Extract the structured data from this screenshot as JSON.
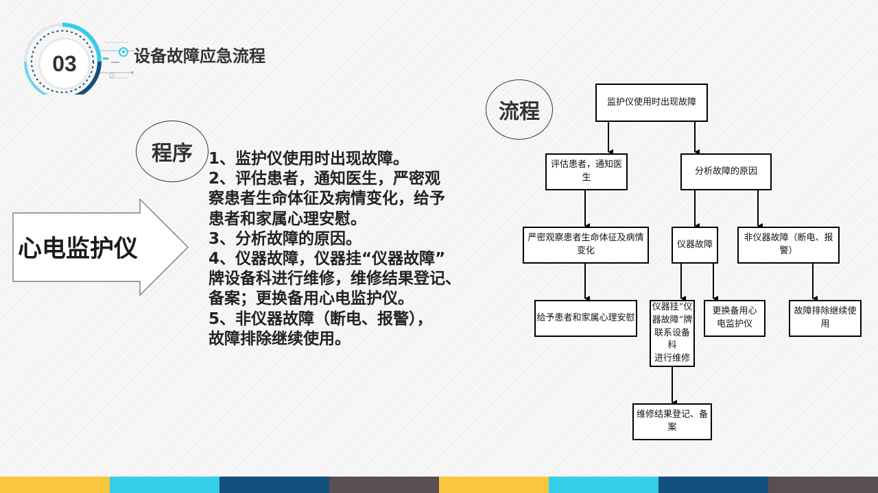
{
  "header": {
    "badge_number": "03",
    "section_title": "设备故障应急流程"
  },
  "labels": {
    "procedure": "程序",
    "flow": "流程",
    "arrow_title": "心电监护仪"
  },
  "procedure_lines": [
    "1、监护仪使用时出现故障。",
    "2、评估患者，通知医生，严密观",
    "察患者生命体征及病情变化，给予",
    "患者和家属心理安慰。",
    "3、分析故障的原因。",
    "4、仪器故障，仪器挂“仪器故障”",
    "牌设备科进行维修，维修结果登记、",
    "备案；更换备用心电监护仪。",
    "5、非仪器故障（断电、报警），",
    "故障排除继续使用。"
  ],
  "flowchart": {
    "start": "监护仪使用时出现故障",
    "assess": "评估患者，通知医生",
    "analyze": "分析故障的原因",
    "observe": "严密观察患者生命体征及病情变化",
    "device_fault": "仪器故障",
    "non_device_fault": "非仪器故障（断电、报警）",
    "comfort": "给予患者和家属心理安慰",
    "repair_lines": [
      "仪器挂“仪",
      "器故障”牌",
      "联系设备科",
      "进行维修"
    ],
    "replace_lines": [
      "更换备用心",
      "电监护仪"
    ],
    "resume": "故障排除继续使用",
    "record": "维修结果登记、备案"
  },
  "colors": {
    "bar_yellow": "#f9c63f",
    "bar_cyan": "#36cde8",
    "bar_navy": "#134f7f",
    "bar_gray": "#5a4e50"
  }
}
